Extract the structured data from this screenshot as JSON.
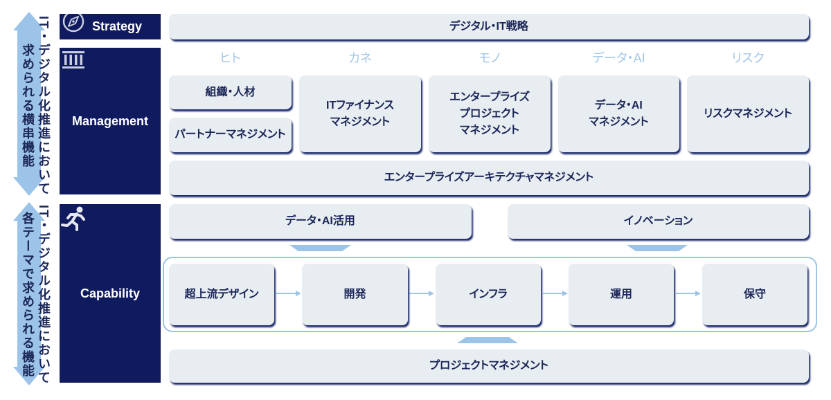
{
  "colors": {
    "navy": "#101a5f",
    "box_fill": "#e8edf1",
    "box_shadow": "#1c2a6a",
    "accent_light_blue": "#9cc4e8",
    "text_navy": "#1b2658",
    "category_text": "#a3c6e8"
  },
  "side_arrows": {
    "top": {
      "line1": "IT・デジタル化推進において",
      "line2": "求められる横串機能"
    },
    "bottom": {
      "line1": "IT・デジタル化推進において",
      "line2": "各テーマで求められる機能"
    }
  },
  "strategy": {
    "label": "Strategy",
    "icon": "compass-icon",
    "box": "デジタル・IT戦略"
  },
  "management": {
    "label": "Management",
    "icon": "building-icon",
    "categories": [
      "ヒト",
      "カネ",
      "モノ",
      "データ・AI",
      "リスク"
    ],
    "boxes": {
      "hito_1": "組織・人材",
      "hito_2": "パートナーマネジメント",
      "kane": "ITファイナンス\nマネジメント",
      "mono": "エンタープライズ\nプロジェクト\nマネジメント",
      "data_ai": "データ・AI\nマネジメント",
      "risk": "リスクマネジメント"
    },
    "cross": "エンタープライズアーキテクチャマネジメント"
  },
  "capability": {
    "label": "Capability",
    "icon": "runner-icon",
    "top_boxes": [
      "データ・AI活用",
      "イノベーション"
    ],
    "process": [
      "超上流デザイン",
      "開発",
      "インフラ",
      "運用",
      "保守"
    ],
    "bottom_box": "プロジェクトマネジメント"
  }
}
